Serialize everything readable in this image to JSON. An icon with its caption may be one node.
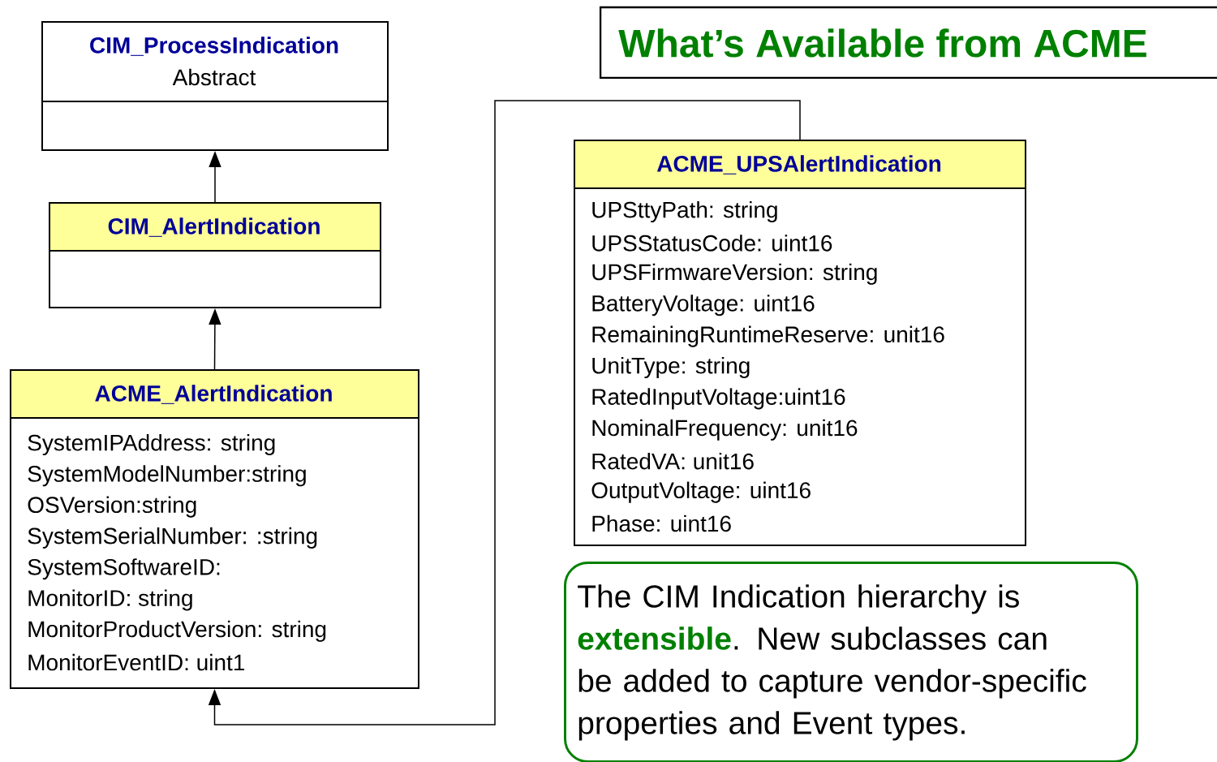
{
  "diagram": {
    "title": "What’s Available from ACME",
    "nodes": [
      {
        "text": [
          "CIM_ProcessIndication",
          "Abstract"
        ]
      },
      {
        "text": [
          "CIM_AlertIndication"
        ]
      },
      {
        "text": [
          "ACME_AlertIndication",
          "SystemIPAddress: string",
          "SystemModelNumber:string",
          "OSVersion:string",
          "SystemSerialNumber: :string",
          "SystemSoftwareID:",
          "MonitorID: string",
          "MonitorProductVersion: string",
          "MonitorEventID: uint1"
        ]
      },
      {
        "text": [
          "ACME_UPSAlertIndication",
          "UPSttyPath: string",
          "UPSStatusCode: uint16",
          "UPSFirmwareVersion: string",
          "BatteryVoltage: uint16",
          "RemainingRuntimeReserve: unit16",
          "UnitType: string",
          "RatedInputVoltage:uint16",
          "NominalFrequency: unit16",
          "RatedVA: unit16",
          "OutputVoltage: uint16",
          "Phase: uint16"
        ]
      },
      {
        "text": [
          "The CIM Indication hierarchy is **extensible**. New subclasses can be added to capture vendor-specific properties and Event types."
        ]
      }
    ],
    "edges": [
      {
        "from": 1,
        "to": 0,
        "arrow": "to"
      },
      {
        "from": 2,
        "to": 1,
        "arrow": "to"
      },
      {
        "from": 3,
        "to": 2,
        "arrow": "to"
      }
    ]
  }
}
